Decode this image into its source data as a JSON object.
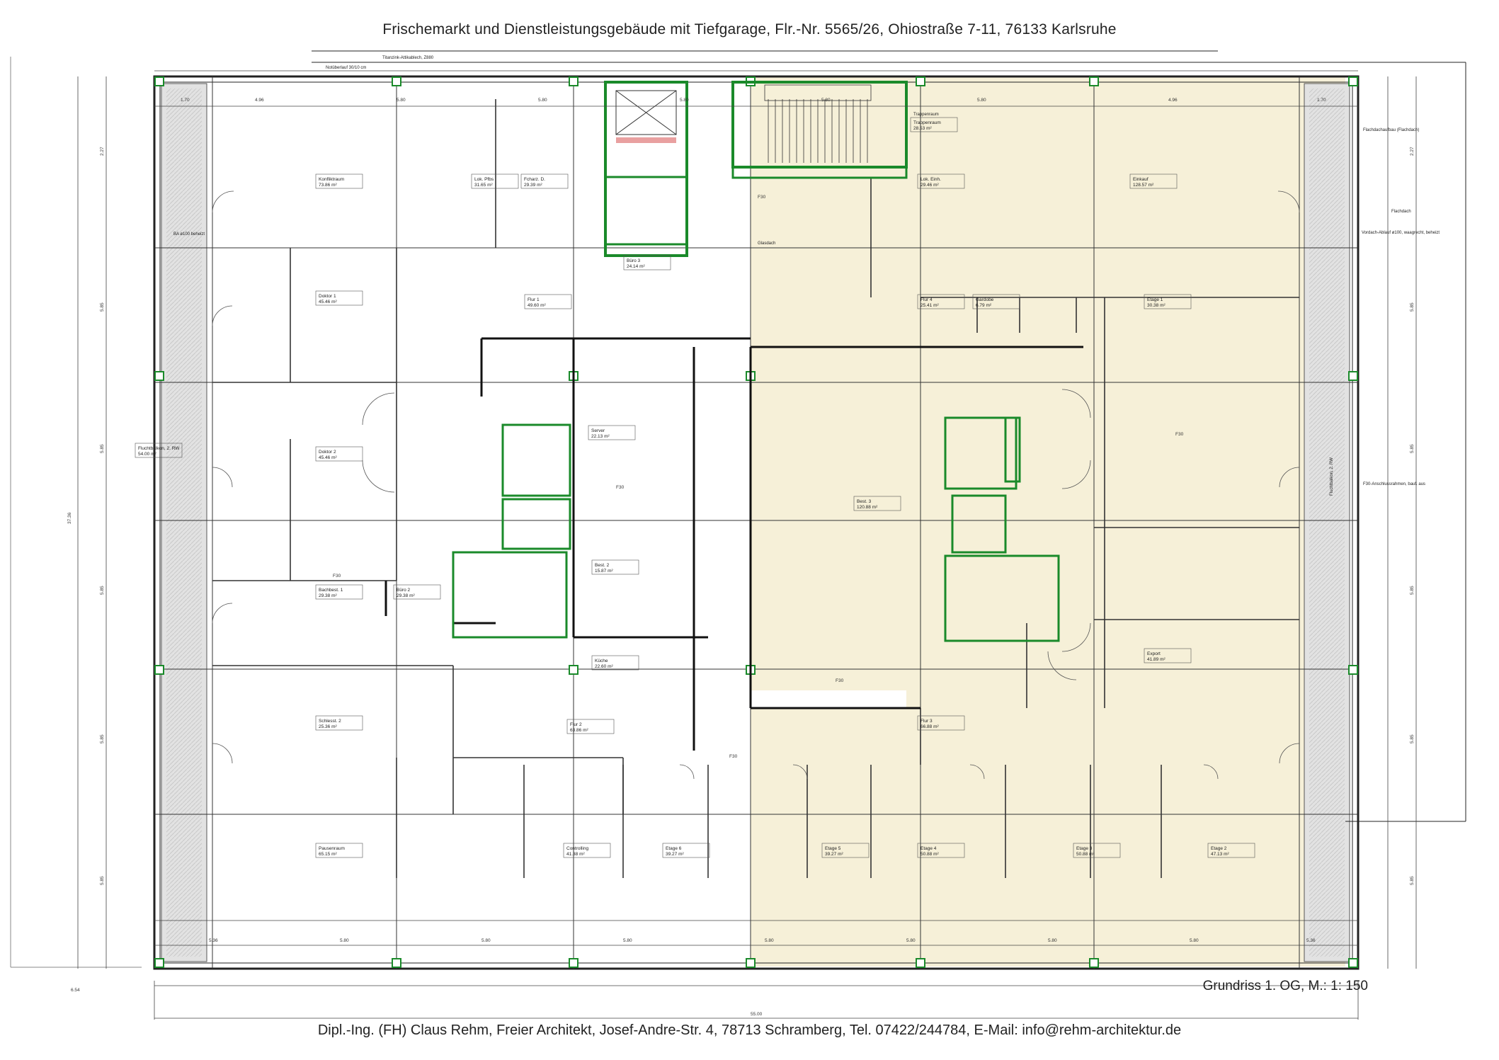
{
  "header": {
    "title": "Frischemarkt und Dienstleistungsgebäude mit Tiefgarage, Flr.-Nr. 5565/26, Ohiostraße 7-11, 76133 Karlsruhe"
  },
  "drawing": {
    "subtitle": "Grundriss 1. OG, M.: 1: 150",
    "overall_width": "55.00",
    "overall_depth": "37.36",
    "edge_left": "6.54",
    "top_bay_dims": [
      "1.70",
      "4.96",
      "5.80",
      "5.80",
      "5.80",
      "5.80",
      "5.80",
      "4.96",
      "1.70"
    ],
    "bottom_bay_dims": [
      "5.36",
      "5.80",
      "5.80",
      "5.80",
      "5.80",
      "5.80",
      "5.80",
      "5.80",
      "5.36"
    ],
    "side_dims": [
      "2.27",
      "5.85",
      "5.85",
      "5.85",
      "5.85",
      "5.85",
      "2.27"
    ],
    "corridor_labels": [
      "F30",
      "F30",
      "F30",
      "F30",
      "F30",
      "F30"
    ],
    "notes": [
      "Notüberlauf 30/10 cm",
      "Titanzink-Attikablech, Z880",
      "BA ø100 beheizt",
      "Vordach-Ablauf ø100, waagrecht, beheizt",
      "Flachdach",
      "Flachdachaufbau (Flachdach)",
      "F30-Anschlussrahmen, bauf. aus",
      "Glasdach",
      "Fluchtbalkon, 2. RW",
      "Trappenraum"
    ]
  },
  "rooms": [
    {
      "name": "Konfliktraum",
      "area": "73.86 m²"
    },
    {
      "name": "Lok. Pfbs",
      "area": "31.65 m²"
    },
    {
      "name": "Fcharz. D.",
      "area": "29.39 m²"
    },
    {
      "name": "Büro 3",
      "area": "24.14 m²"
    },
    {
      "name": "Trappenraum",
      "area": "28.53 m²"
    },
    {
      "name": "Lok. Einh.",
      "area": "29.46 m²"
    },
    {
      "name": "Einkauf",
      "area": "128.57 m²"
    },
    {
      "name": "Doktor 1",
      "area": "45.46 m²"
    },
    {
      "name": "Flur 1",
      "area": "49.60 m²"
    },
    {
      "name": "Flur 4",
      "area": "25.41 m²"
    },
    {
      "name": "Gardobe",
      "area": "6.79 m²"
    },
    {
      "name": "Etage 1",
      "area": "30.38 m²"
    },
    {
      "name": "Fluchtbalkon, 2. RW",
      "area": "54.00 m²"
    },
    {
      "name": "Doktor 2",
      "area": "45.46 m²"
    },
    {
      "name": "Server",
      "area": "22.13 m²"
    },
    {
      "name": "Best. 3",
      "area": "120.88 m²"
    },
    {
      "name": "Büro 2",
      "area": "29.38 m²"
    },
    {
      "name": "Bachbest. 1",
      "area": "29.38 m²"
    },
    {
      "name": "Best. 2",
      "area": "15.87 m²"
    },
    {
      "name": "Export",
      "area": "41.89 m²"
    },
    {
      "name": "Küche",
      "area": "22.60 m²"
    },
    {
      "name": "Schlesst. 2",
      "area": "25.36 m²"
    },
    {
      "name": "Flur 2",
      "area": "63.86 m²"
    },
    {
      "name": "Flur 3",
      "area": "66.88 m²"
    },
    {
      "name": "Pausenraum",
      "area": "65.15 m²"
    },
    {
      "name": "Controlling",
      "area": "41.38 m²"
    },
    {
      "name": "Etage 6",
      "area": "39.27 m²"
    },
    {
      "name": "Etage 5",
      "area": "39.27 m²"
    },
    {
      "name": "Etage 4",
      "area": "50.88 m²"
    },
    {
      "name": "Etage 3",
      "area": "50.88 m²"
    },
    {
      "name": "Etage 2",
      "area": "47.13 m²"
    }
  ],
  "footer": {
    "text": "Dipl.-Ing. (FH) Claus Rehm, Freier Architekt, Josef-Andre-Str. 4, 78713 Schramberg, Tel. 07422/244784, E-Mail: info@rehm-architektur.de"
  }
}
